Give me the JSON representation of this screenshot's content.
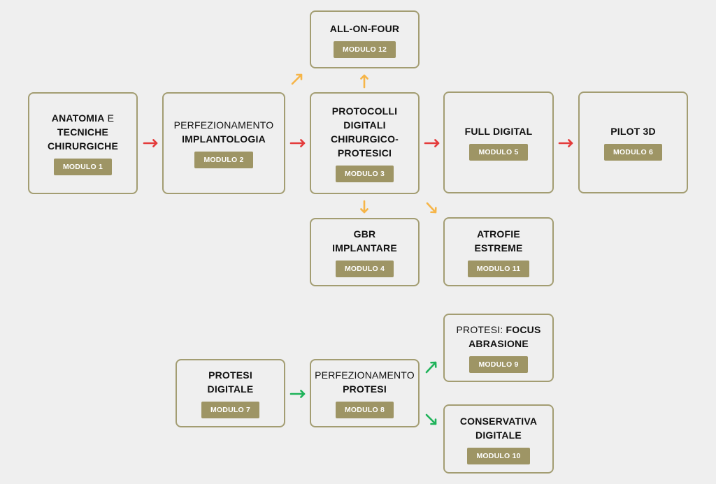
{
  "colors": {
    "border": "#a39d72",
    "badge": "#9e9565",
    "red": "#e43b3b",
    "orange": "#f6b548",
    "green": "#1fb35a",
    "background": "#efefef"
  },
  "nodes": [
    {
      "id": "anatomia",
      "title": [
        {
          "t": "ANATOMIA",
          "b": true
        },
        {
          "t": " E",
          "b": false
        },
        {
          "br": true
        },
        {
          "t": "TECNICHE",
          "b": true
        },
        {
          "br": true
        },
        {
          "t": "CHIRURGICHE",
          "b": true
        }
      ],
      "badge": "MODULO 1"
    },
    {
      "id": "perfezionamento-implantologia",
      "title": [
        {
          "t": "PERFEZIONAMENTO",
          "b": false
        },
        {
          "br": true
        },
        {
          "t": "IMPLANTOLOGIA",
          "b": true
        }
      ],
      "badge": "MODULO 2"
    },
    {
      "id": "protocolli-digitali",
      "title": [
        {
          "t": "PROTOCOLLI",
          "b": true
        },
        {
          "br": true
        },
        {
          "t": "DIGITALI",
          "b": true
        },
        {
          "br": true
        },
        {
          "t": "CHIRURGICO-",
          "b": true
        },
        {
          "br": true
        },
        {
          "t": "PROTESICI",
          "b": true
        }
      ],
      "badge": "MODULO 3"
    },
    {
      "id": "gbr-implantare",
      "title": [
        {
          "t": "GBR",
          "b": true
        },
        {
          "br": true
        },
        {
          "t": "IMPLANTARE",
          "b": true
        }
      ],
      "badge": "MODULO 4"
    },
    {
      "id": "full-digital",
      "title": [
        {
          "t": "FULL DIGITAL",
          "b": true
        }
      ],
      "badge": "MODULO 5"
    },
    {
      "id": "pilot-3d",
      "title": [
        {
          "t": "PILOT 3D",
          "b": true
        }
      ],
      "badge": "MODULO 6"
    },
    {
      "id": "protesi-digitale",
      "title": [
        {
          "t": "PROTESI",
          "b": true
        },
        {
          "br": true
        },
        {
          "t": "DIGITALE",
          "b": true
        }
      ],
      "badge": "MODULO 7"
    },
    {
      "id": "perfezionamento-protesi",
      "title": [
        {
          "t": "PERFEZIONAMENTO",
          "b": false
        },
        {
          "br": true
        },
        {
          "t": "PROTESI",
          "b": true
        }
      ],
      "badge": "MODULO 8"
    },
    {
      "id": "protesi-focus-abrasione",
      "title": [
        {
          "t": "PROTESI: ",
          "b": false
        },
        {
          "t": "FOCUS",
          "b": true
        },
        {
          "br": true
        },
        {
          "t": "ABRASIONE",
          "b": true
        }
      ],
      "badge": "MODULO 9"
    },
    {
      "id": "conservativa-digitale",
      "title": [
        {
          "t": "CONSERVATIVA",
          "b": true
        },
        {
          "br": true
        },
        {
          "t": "DIGITALE",
          "b": true
        }
      ],
      "badge": "MODULO 10"
    },
    {
      "id": "atrofie-estreme",
      "title": [
        {
          "t": "ATROFIE",
          "b": true
        },
        {
          "br": true
        },
        {
          "t": "ESTREME",
          "b": true
        }
      ],
      "badge": "MODULO 11"
    },
    {
      "id": "all-on-four",
      "title": [
        {
          "t": "ALL-ON-FOUR",
          "b": true
        }
      ],
      "badge": "MODULO 12"
    }
  ],
  "edges": [
    {
      "from": "anatomia",
      "to": "perfezionamento-implantologia",
      "color": "red"
    },
    {
      "from": "perfezionamento-implantologia",
      "to": "protocolli-digitali",
      "color": "red"
    },
    {
      "from": "protocolli-digitali",
      "to": "full-digital",
      "color": "red"
    },
    {
      "from": "full-digital",
      "to": "pilot-3d",
      "color": "red"
    },
    {
      "from": "perfezionamento-implantologia",
      "to": "all-on-four",
      "color": "orange"
    },
    {
      "from": "protocolli-digitali",
      "to": "all-on-four",
      "color": "orange"
    },
    {
      "from": "protocolli-digitali",
      "to": "gbr-implantare",
      "color": "orange"
    },
    {
      "from": "protocolli-digitali",
      "to": "atrofie-estreme",
      "color": "orange"
    },
    {
      "from": "protesi-digitale",
      "to": "perfezionamento-protesi",
      "color": "green"
    },
    {
      "from": "perfezionamento-protesi",
      "to": "protesi-focus-abrasione",
      "color": "green"
    },
    {
      "from": "perfezionamento-protesi",
      "to": "conservativa-digitale",
      "color": "green"
    }
  ]
}
